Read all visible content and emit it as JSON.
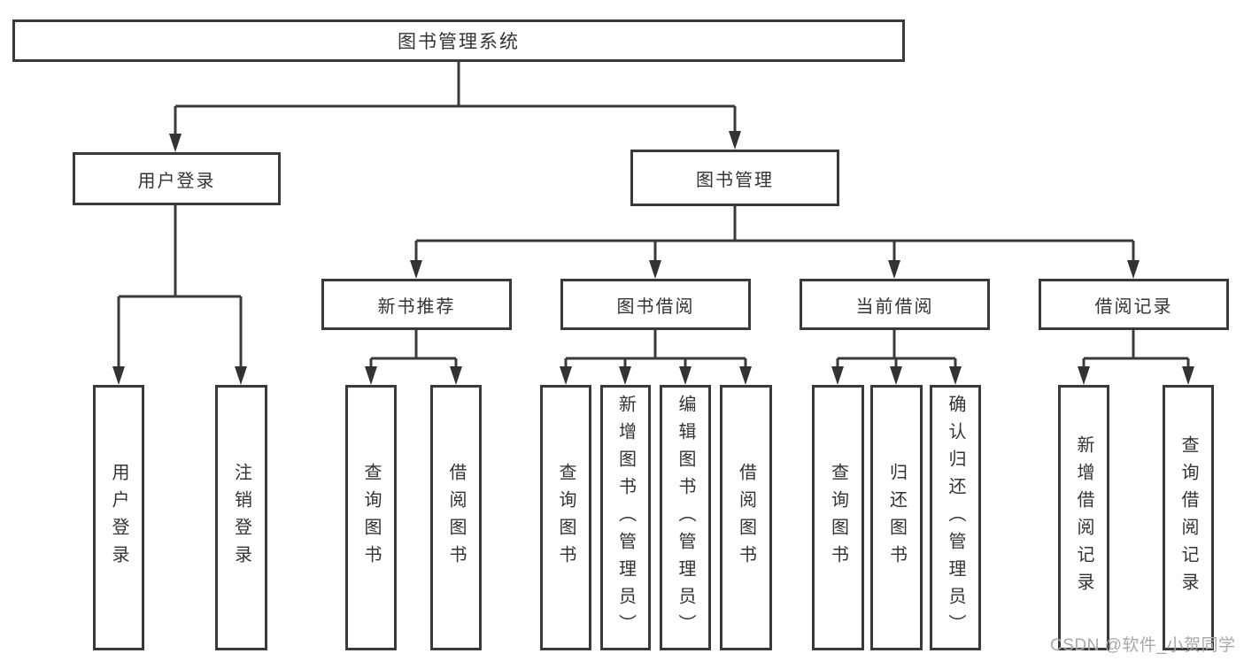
{
  "diagram": {
    "root": {
      "label": "图书管理系统"
    },
    "level2": [
      {
        "label": "用户登录"
      },
      {
        "label": "图书管理"
      }
    ],
    "level3": [
      {
        "label": "新书推荐"
      },
      {
        "label": "图书借阅"
      },
      {
        "label": "当前借阅"
      },
      {
        "label": "借阅记录"
      }
    ],
    "leaves": {
      "user_login": [
        {
          "label": "用户登录"
        },
        {
          "label": "注销登录"
        }
      ],
      "new_book": [
        {
          "label": "查询图书"
        },
        {
          "label": "借阅图书"
        }
      ],
      "book_borrow": [
        {
          "label": "查询图书"
        },
        {
          "label": "新增图书（管理员）"
        },
        {
          "label": "编辑图书（管理员）"
        },
        {
          "label": "借阅图书"
        }
      ],
      "current_borrow": [
        {
          "label": "查询图书"
        },
        {
          "label": "归还图书"
        },
        {
          "label": "确认归还（管理员）"
        }
      ],
      "borrow_records": [
        {
          "label": "新增借阅记录"
        },
        {
          "label": "查询借阅记录"
        }
      ]
    },
    "colors": {
      "line": "#3a3a3a",
      "text": "#333333",
      "background": "#ffffff"
    }
  },
  "watermark": {
    "text": "CSDN @软件_小贺同学",
    "color": "#a8a8a8"
  }
}
